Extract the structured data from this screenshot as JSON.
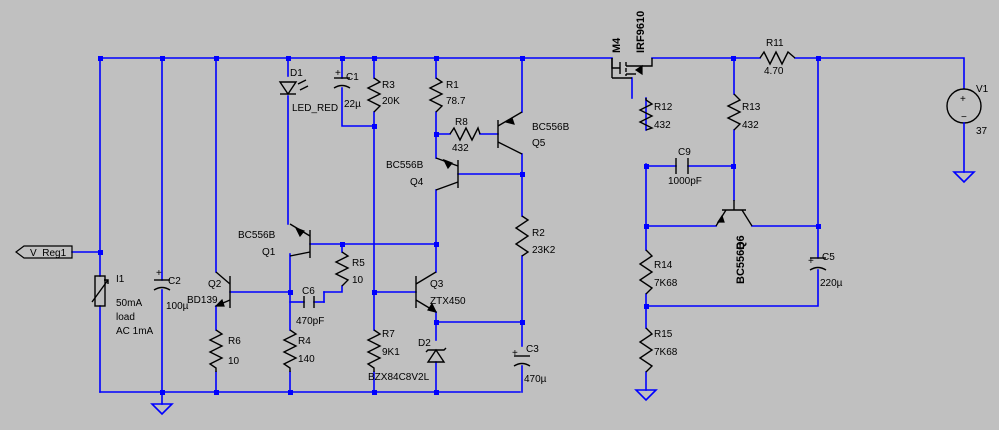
{
  "diagram": {
    "net_label": "V_Reg1",
    "components": {
      "I1": {
        "ref": "I1",
        "value": "50mA",
        "extra1": "load",
        "extra2": "AC 1mA"
      },
      "C2": {
        "ref": "C2",
        "value": "100µ"
      },
      "Q2": {
        "ref": "Q2",
        "value": "BD139"
      },
      "R6": {
        "ref": "R6",
        "value": "10"
      },
      "D1": {
        "ref": "D1",
        "value": "LED_RED"
      },
      "Q1": {
        "ref": "Q1",
        "value": "BC556B"
      },
      "R4": {
        "ref": "R4",
        "value": "140"
      },
      "C6": {
        "ref": "C6",
        "value": "470pF"
      },
      "R5": {
        "ref": "R5",
        "value": "10"
      },
      "C1": {
        "ref": "C1",
        "value": "22µ"
      },
      "R3": {
        "ref": "R3",
        "value": "20K"
      },
      "R7": {
        "ref": "R7",
        "value": "9K1"
      },
      "R1": {
        "ref": "R1",
        "value": "78.7"
      },
      "R8": {
        "ref": "R8",
        "value": "432"
      },
      "Q4": {
        "ref": "Q4",
        "value": "BC556B"
      },
      "Q3": {
        "ref": "Q3",
        "value": "ZTX450"
      },
      "D2": {
        "ref": "D2",
        "value": "BZX84C8V2L"
      },
      "Q5": {
        "ref": "Q5",
        "value": "BC556B"
      },
      "R2": {
        "ref": "R2",
        "value": "23K2"
      },
      "C3": {
        "ref": "C3",
        "value": "470µ"
      },
      "M4": {
        "ref": "M4",
        "value": "IRF9610"
      },
      "R12": {
        "ref": "R12",
        "value": "432"
      },
      "C9": {
        "ref": "C9",
        "value": "1000pF"
      },
      "R14": {
        "ref": "R14",
        "value": "7K68"
      },
      "R15": {
        "ref": "R15",
        "value": "7K68"
      },
      "R11": {
        "ref": "R11",
        "value": "4.70"
      },
      "R13": {
        "ref": "R13",
        "value": "432"
      },
      "Q6": {
        "ref": "Q6",
        "value": "BC556B"
      },
      "C5": {
        "ref": "C5",
        "value": "220µ"
      },
      "V1": {
        "ref": "V1",
        "value": "37"
      }
    }
  }
}
